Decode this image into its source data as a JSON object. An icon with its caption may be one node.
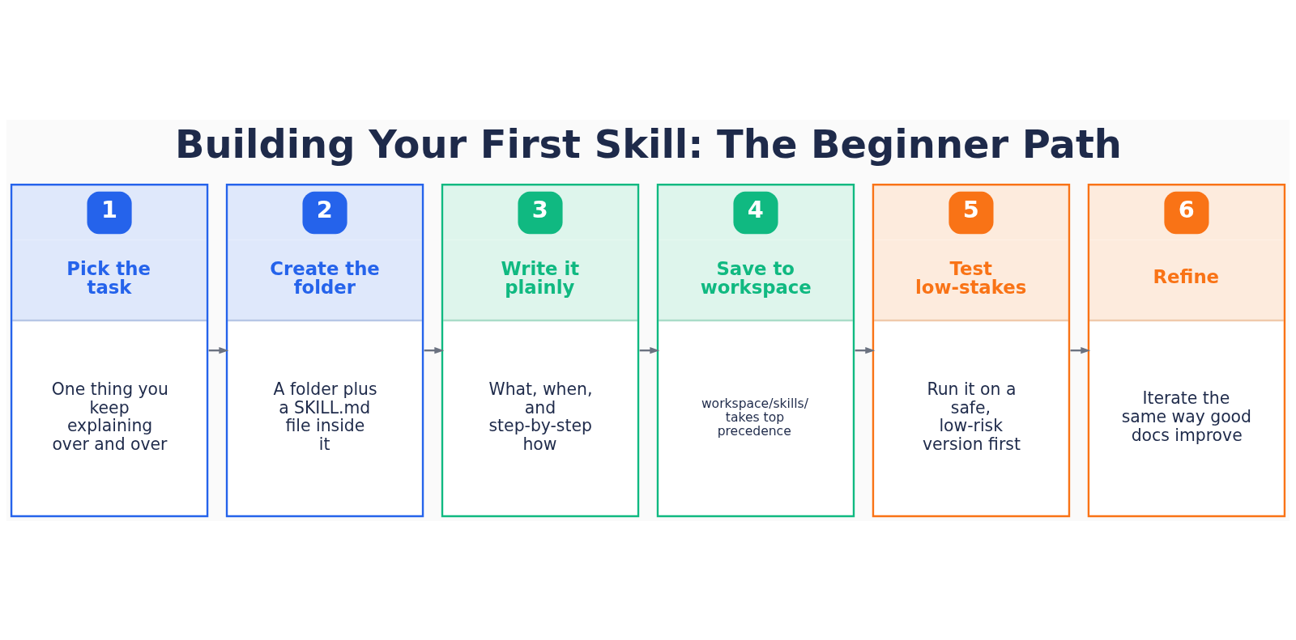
{
  "diagram": {
    "title": "Building Your First Skill: The Beginner Path",
    "nodes": [
      {
        "text": [
          "1",
          "Pick the task",
          "One thing you keep explaining over and over"
        ]
      },
      {
        "text": [
          "2",
          "Create the folder",
          "A folder plus a SKILL.md file inside it"
        ]
      },
      {
        "text": [
          "3",
          "Write it plainly",
          "What, when, and step-by-step how"
        ]
      },
      {
        "text": [
          "4",
          "Save to workspace",
          "workspace/skills/ takes top precedence"
        ]
      },
      {
        "text": [
          "5",
          "Test low-stakes",
          "Run it on a safe, low-risk version first"
        ]
      },
      {
        "text": [
          "6",
          "Refine",
          "Iterate the same way good docs improve"
        ]
      }
    ],
    "edges": [
      {
        "from": 0,
        "to": 1,
        "arrow": "to"
      },
      {
        "from": 1,
        "to": 2,
        "arrow": "to"
      },
      {
        "from": 2,
        "to": 3,
        "arrow": "to"
      },
      {
        "from": 3,
        "to": 4,
        "arrow": "to"
      },
      {
        "from": 4,
        "to": 5,
        "arrow": "to"
      }
    ]
  }
}
